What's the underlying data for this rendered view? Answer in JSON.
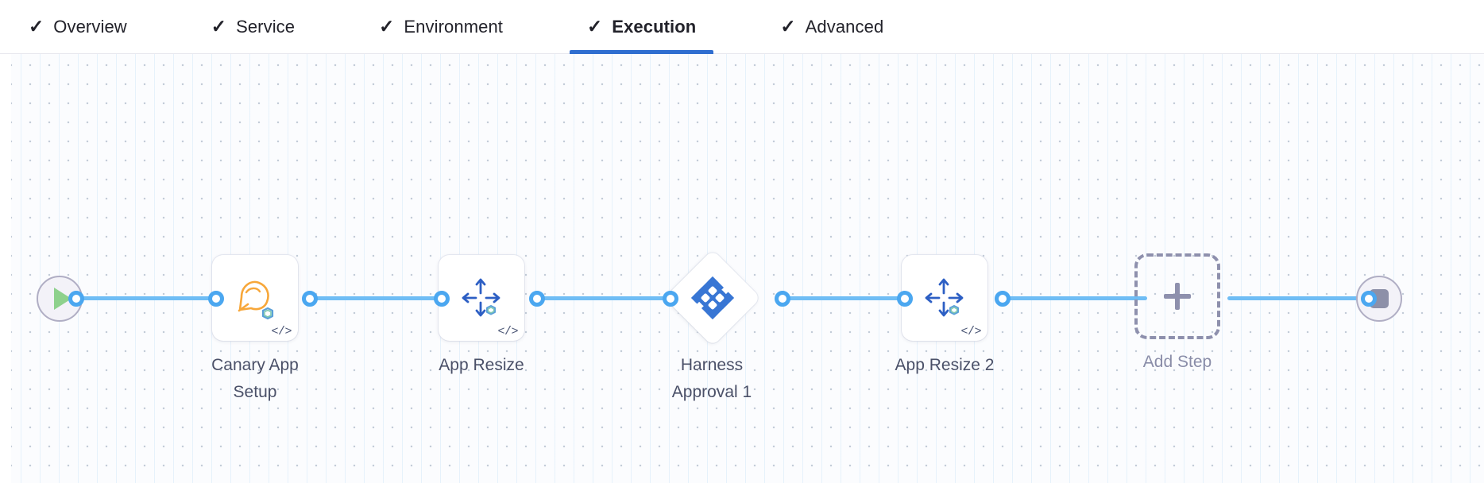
{
  "tabs": [
    {
      "label": "Overview",
      "icon": "check-icon",
      "checked": true,
      "active": false
    },
    {
      "label": "Service",
      "icon": "check-icon",
      "checked": true,
      "active": false
    },
    {
      "label": "Environment",
      "icon": "check-icon",
      "checked": true,
      "active": false
    },
    {
      "label": "Execution",
      "icon": "check-icon",
      "checked": true,
      "active": true
    },
    {
      "label": "Advanced",
      "icon": "check-icon",
      "checked": true,
      "active": false
    }
  ],
  "check_glyph": "✓",
  "colors": {
    "active_tab_underline": "#2f6ed0",
    "wire": "#6fbdf5",
    "port_ring": "#4ba7f0",
    "harness_blue": "#3876d4",
    "canary_orange": "#f7a73a",
    "resize_arrow_blue": "#2d5fc4",
    "start_play_green": "#8ed18c",
    "stop_square_gray": "#8d90a8",
    "add_step_dashed": "#8e90ad",
    "label_text": "#4a5068",
    "canvas_bg": "#fbfcfe",
    "grid_dot": "#c3ccd8"
  },
  "canvas": {
    "start_node": {
      "name": "Start",
      "icon": "play-icon"
    },
    "end_node": {
      "name": "Stop",
      "icon": "stop-icon"
    },
    "steps": [
      {
        "id": "canary-app-setup",
        "label": "Canary App\nSetup",
        "icon": "canary-bird-icon",
        "shape": "rounded-square",
        "has_code_badge": true,
        "code_badge": "</>"
      },
      {
        "id": "app-resize",
        "label": "App Resize",
        "icon": "resize-arrows-icon",
        "shape": "rounded-square",
        "has_code_badge": true,
        "code_badge": "</>"
      },
      {
        "id": "harness-approval-1",
        "label": "Harness\nApproval 1",
        "icon": "harness-logo-icon",
        "shape": "diamond",
        "has_code_badge": false,
        "code_badge": ""
      },
      {
        "id": "app-resize-2",
        "label": "App Resize 2",
        "icon": "resize-arrows-icon",
        "shape": "rounded-square",
        "has_code_badge": true,
        "code_badge": "</>"
      },
      {
        "id": "add-step",
        "label": "Add Step",
        "icon": "plus-icon",
        "shape": "dashed-square",
        "has_code_badge": false,
        "code_badge": ""
      }
    ]
  }
}
